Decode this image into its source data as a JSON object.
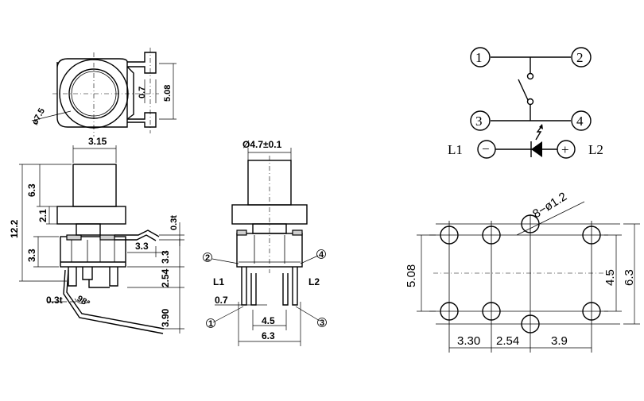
{
  "top_view": {
    "dia": "ø7.5",
    "d07": "0.7",
    "d508": "5.08"
  },
  "side_view": {
    "w315": "3.15",
    "h122": "12.2",
    "h63": "6.3",
    "h21": "2.1",
    "h03t": "0.3t",
    "h33": "3.3",
    "w33": "3.3",
    "h33b": "3.3",
    "h254": "2.54",
    "h390": "3.90",
    "t03": "0.3t",
    "ang": "98°"
  },
  "front_view": {
    "cap": "Ø4.7±0.1",
    "pin2": "2",
    "pin4": "4",
    "pin1": "1",
    "pin3": "3",
    "l1": "L1",
    "l2": "L2",
    "w07": "0.7",
    "w45": "4.5",
    "w63": "6.3"
  },
  "schematic": {
    "n1": "1",
    "n2": "2",
    "n3": "3",
    "n4": "4",
    "minus": "−",
    "plus": "+",
    "l1": "L1",
    "l2": "L2"
  },
  "footprint": {
    "holes": "8−ø1.2",
    "h508": "5.08",
    "h45": "4.5",
    "h63": "6.3",
    "w330": "3.30",
    "w254": "2.54",
    "w39": "3.9"
  }
}
